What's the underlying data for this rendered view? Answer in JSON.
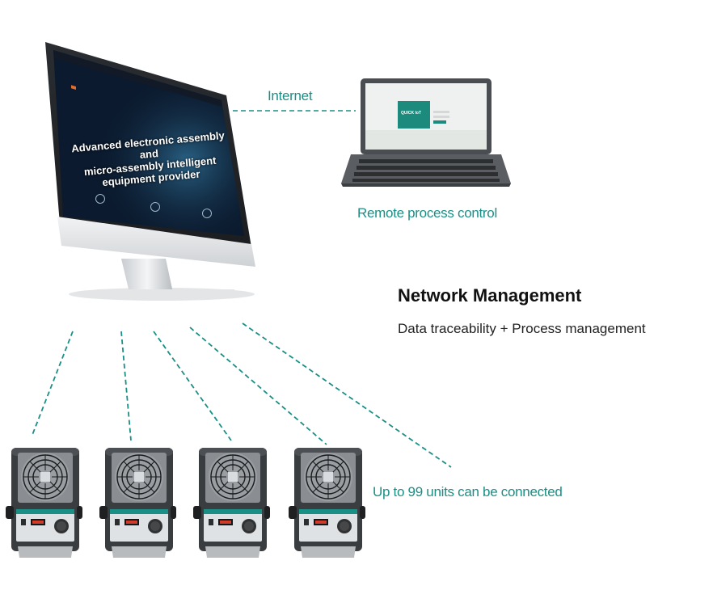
{
  "diagram": {
    "title": "Network Management",
    "subtitle": "Data traceability + Process management",
    "link_label": "Internet",
    "laptop_label": "Remote process control",
    "units_label": "Up to 99 units can be connected"
  },
  "monitor_screen": {
    "hero_line1": "Advanced electronic assembly and",
    "hero_line2": "micro-assembly intelligent equipment provider"
  },
  "laptop_screen": {
    "card_title": "QUICK IoT"
  },
  "devices": [
    {
      "id": "unit-1"
    },
    {
      "id": "unit-2"
    },
    {
      "id": "unit-3"
    },
    {
      "id": "unit-4"
    }
  ],
  "colors": {
    "accent": "#1a8f86",
    "screen_dark": "#0b1a2e",
    "device_body": "#3a3d40"
  }
}
